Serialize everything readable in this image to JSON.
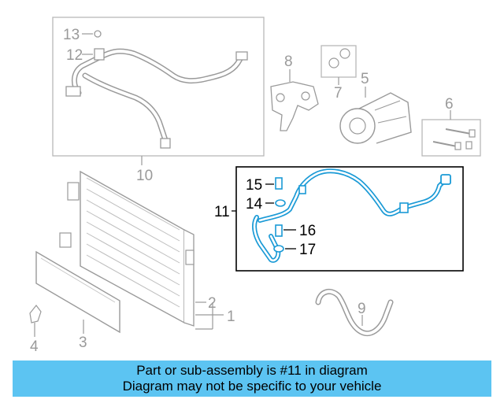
{
  "callouts": {
    "c1": "1",
    "c2": "2",
    "c3": "3",
    "c4": "4",
    "c5": "5",
    "c6": "6",
    "c7": "7",
    "c8": "8",
    "c9": "9",
    "c10": "10",
    "c11": "11",
    "c12": "12",
    "c13": "13",
    "c14": "14",
    "c15": "15",
    "c16": "16",
    "c17": "17"
  },
  "highlight_color": "#1a9ad6",
  "banner_color": "#5cc4f2",
  "banner": {
    "line1": "Part or sub-assembly is #11 in diagram",
    "line2": "Diagram may not be specific to your vehicle"
  }
}
